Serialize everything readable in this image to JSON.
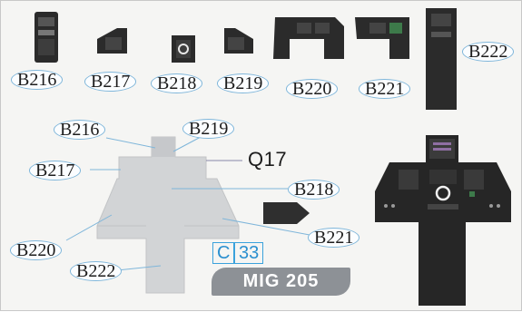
{
  "labels": {
    "top_b216": "B216",
    "top_b217": "B217",
    "top_b218": "B218",
    "top_b219": "B219",
    "top_b220": "B220",
    "top_b221": "B221",
    "top_b222": "B222",
    "diag_b216": "B216",
    "diag_b219": "B219",
    "diag_b217": "B217",
    "diag_b218": "B218",
    "diag_b220": "B220",
    "diag_b221": "B221",
    "diag_b222": "B222"
  },
  "part_code": "Q17",
  "step": {
    "letter": "C",
    "number": "33"
  },
  "badge": "MIG 205",
  "colors": {
    "decal_dark": "#2b2b2b",
    "panel_grey": "#d2d4d6",
    "label_border": "#7fb6da",
    "step_blue": "#3aa2dc",
    "badge_bg": "#8d9196"
  }
}
